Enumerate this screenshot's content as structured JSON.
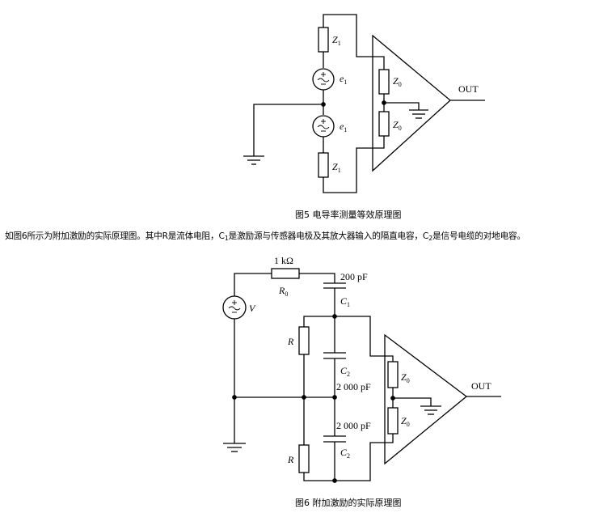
{
  "figure5": {
    "caption": "图5  电导率测量等效原理图",
    "labels": {
      "z1_top": "Z",
      "z1_top_sub": "1",
      "e1_top": "e",
      "e1_top_sub": "1",
      "e1_bottom": "e",
      "e1_bottom_sub": "1",
      "z1_bottom": "Z",
      "z1_bottom_sub": "1",
      "z0_top": "Z",
      "z0_top_sub": "0",
      "z0_bottom": "Z",
      "z0_bottom_sub": "0",
      "out": "OUT"
    }
  },
  "paragraph": {
    "part1": "如图6所示为附加激励的实际原理图。其中R是流体电阻，C",
    "sub1": "1",
    "part2": "是激励源与传感器电极及其放大器输入的隔直电容，C",
    "sub2": "2",
    "part3": "是信号电缆的对地电容。"
  },
  "figure6": {
    "caption": "图6  附加激励的实际原理图",
    "labels": {
      "r0_value": "1 kΩ",
      "r0_name": "R",
      "r0_name_sub": "0",
      "c1_value": "200 pF",
      "c1_name": "C",
      "c1_name_sub": "1",
      "v_name": "V",
      "r_top": "R",
      "r_bottom": "R",
      "c2_top_name": "C",
      "c2_top_name_sub": "2",
      "c2_top_value": "2 000 pF",
      "c2_bottom_value": "2 000 pF",
      "c2_bottom_name": "C",
      "c2_bottom_name_sub": "2",
      "z0_top": "Z",
      "z0_top_sub": "0",
      "z0_bottom": "Z",
      "z0_bottom_sub": "0",
      "out": "OUT"
    }
  }
}
